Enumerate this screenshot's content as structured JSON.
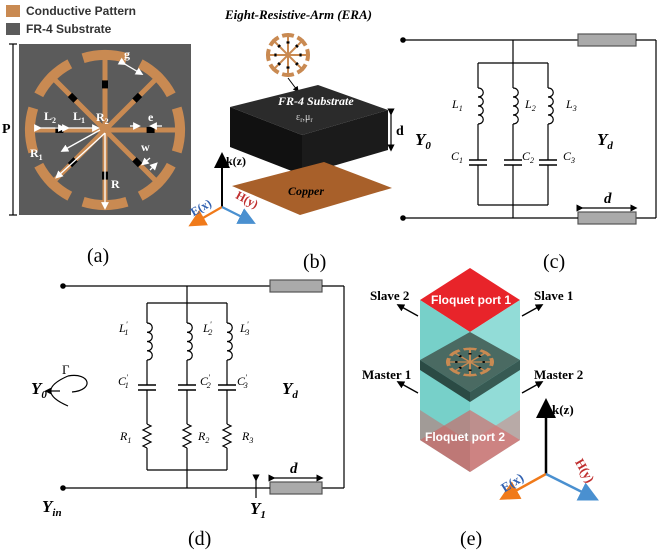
{
  "legend": {
    "conductive": "Conductive Pattern",
    "substrate": "FR-4 Substrate",
    "conductive_color": "#c98a52",
    "substrate_color": "#5b5b5b"
  },
  "panel_a": {
    "caption": "(a)",
    "dim_p": "P",
    "dim_g": "g",
    "dim_l2": "L",
    "dim_l2_sub": "2",
    "dim_l1": "L",
    "dim_l1_sub": "1",
    "dim_r2": "R",
    "dim_r2_sub": "2",
    "dim_e": "e",
    "dim_r1": "R",
    "dim_r1_sub": "1",
    "dim_w": "w",
    "dim_r": "R"
  },
  "panel_b": {
    "caption": "(b)",
    "era_label": "Eight-Resistive-Arm (ERA)",
    "substrate_label": "FR-4 Substrate",
    "epsilon": "ε",
    "mu": "μ",
    "d_label": "d",
    "copper_label": "Copper",
    "axis_k": "k(z)",
    "axis_e": "E(x)",
    "axis_h": "H(y)"
  },
  "panel_c": {
    "caption": "(c)",
    "y0": "Y",
    "y0_sub": "0",
    "yd": "Y",
    "yd_sub": "d",
    "d_label": "d",
    "l1": "L",
    "l1_sub": "1",
    "l2": "L",
    "l2_sub": "2",
    "l3": "L",
    "l3_sub": "3",
    "c1": "C",
    "c1_sub": "1",
    "c2": "C",
    "c2_sub": "2",
    "c3": "C",
    "c3_sub": "3"
  },
  "panel_d": {
    "caption": "(d)",
    "gamma": "Γ",
    "y0": "Y",
    "y0_sub": "0",
    "yd": "Y",
    "yd_sub": "d",
    "yin": "Y",
    "yin_sub": "in",
    "y1": "Y",
    "y1_sub": "1",
    "d_label": "d",
    "l1": "L",
    "l1_sub": "1",
    "l2": "L",
    "l2_sub": "2",
    "l3": "L",
    "l3_sub": "3",
    "c1": "C",
    "c1_sub": "1",
    "c2": "C",
    "c2_sub": "2",
    "c3": "C",
    "c3_sub": "3",
    "prime": "'",
    "r1": "R",
    "r1_sub": "1",
    "r2": "R",
    "r2_sub": "2",
    "r3": "R",
    "r3_sub": "3"
  },
  "panel_e": {
    "caption": "(e)",
    "port1": "Floquet port 1",
    "port2": "Floquet port 2",
    "slave1": "Slave 1",
    "slave2": "Slave 2",
    "master1": "Master 1",
    "master2": "Master 2",
    "axis_k": "k(z)",
    "axis_e": "E(x)",
    "axis_h": "H(y)"
  }
}
